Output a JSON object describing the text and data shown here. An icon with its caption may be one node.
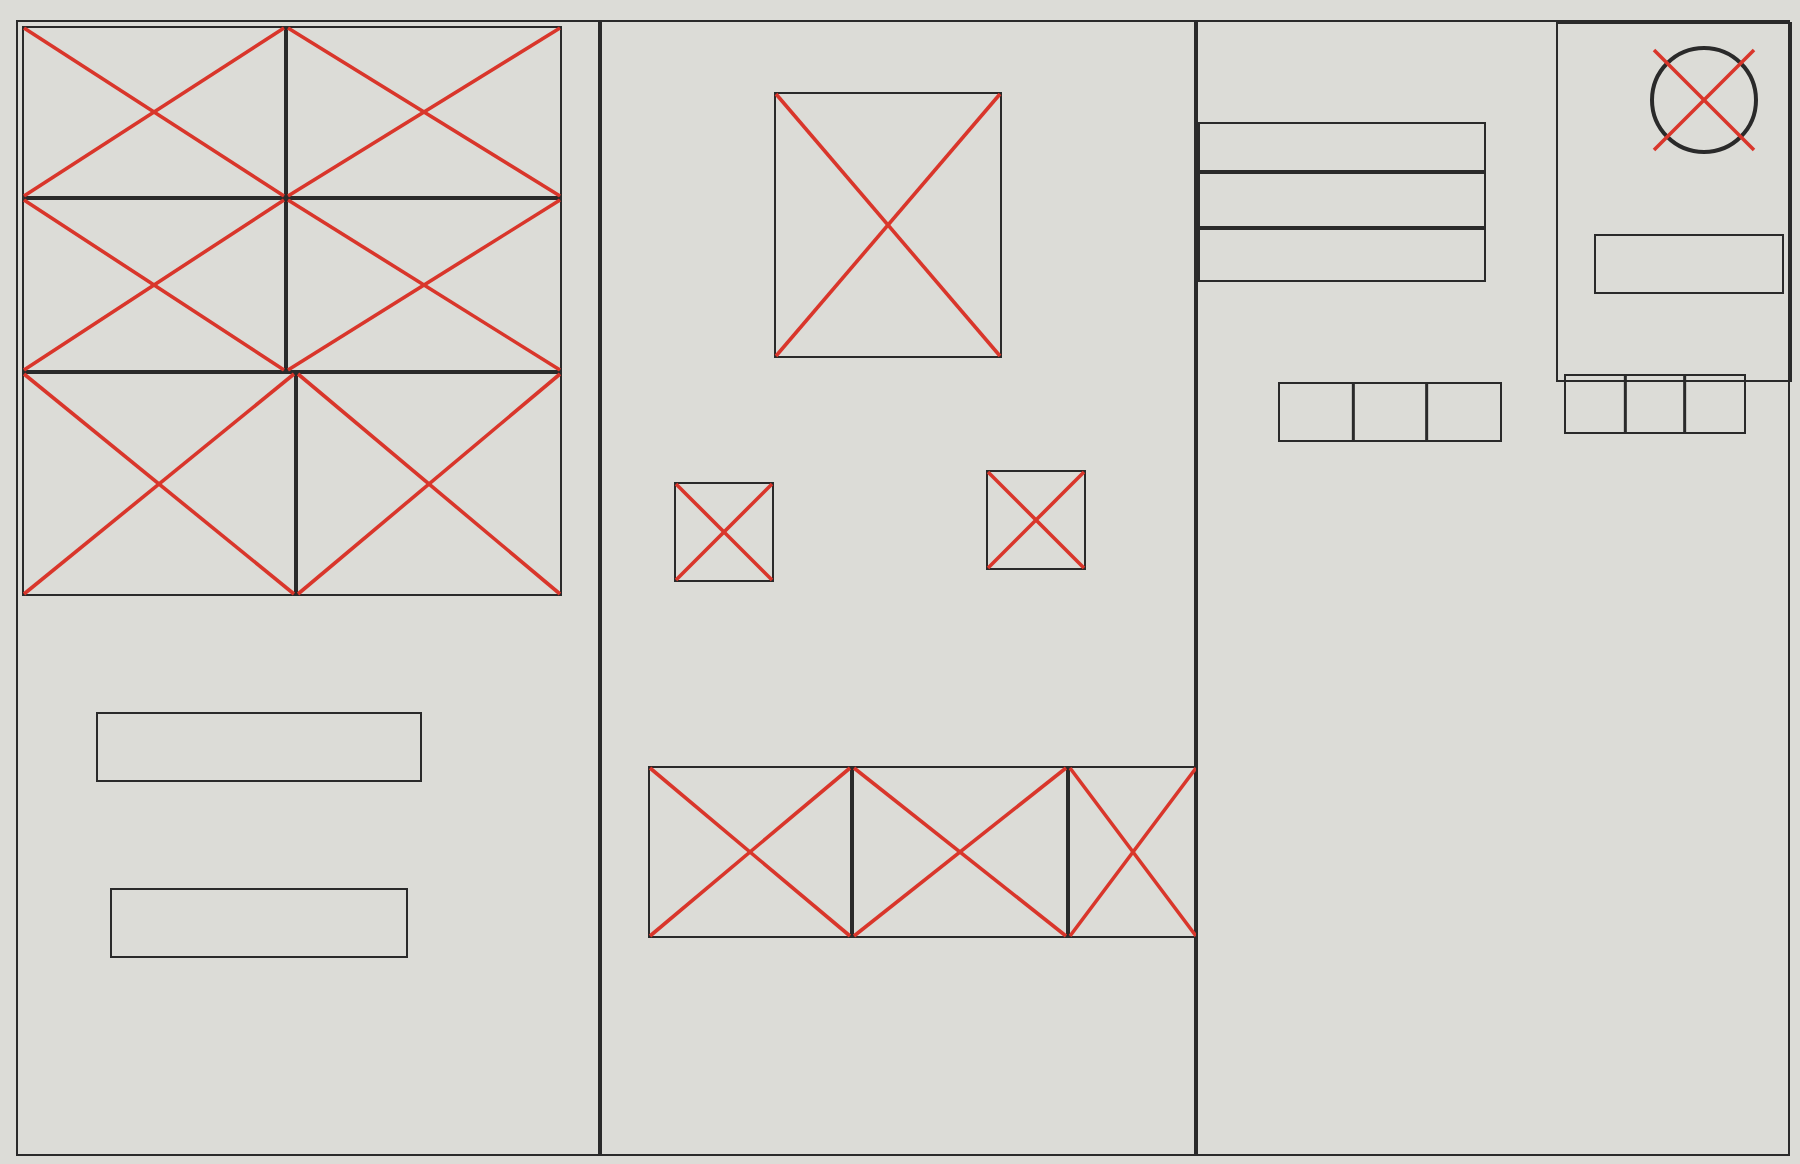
{
  "diagram": {
    "nodes": [
      {
        "text": [],
        "shape": "box"
      },
      {
        "text": [],
        "shape": "placeholder",
        "in": 0
      },
      {
        "text": [],
        "shape": "placeholder",
        "in": 0
      },
      {
        "text": [],
        "shape": "placeholder",
        "in": 0
      },
      {
        "text": [],
        "shape": "placeholder",
        "in": 0
      },
      {
        "text": [],
        "shape": "placeholder",
        "in": 0
      },
      {
        "text": [],
        "shape": "placeholder",
        "in": 0
      },
      {
        "text": [],
        "shape": "bar",
        "in": 0
      },
      {
        "text": [],
        "shape": "bar",
        "in": 0
      },
      {
        "text": [],
        "shape": "box"
      },
      {
        "text": [],
        "shape": "placeholder",
        "in": 9
      },
      {
        "text": [],
        "shape": "placeholder",
        "in": 9
      },
      {
        "text": [],
        "shape": "placeholder",
        "in": 9
      },
      {
        "text": [],
        "shape": "placeholder",
        "in": 9
      },
      {
        "text": [],
        "shape": "placeholder",
        "in": 9
      },
      {
        "text": [],
        "shape": "placeholder",
        "in": 9
      },
      {
        "text": [],
        "shape": "box"
      },
      {
        "text": [],
        "shape": "bar",
        "in": 16
      },
      {
        "text": [],
        "shape": "bar",
        "in": 16
      },
      {
        "text": [],
        "shape": "bar",
        "in": 16
      },
      {
        "text": [],
        "shape": "segmented",
        "in": 16
      },
      {
        "text": [],
        "shape": "box",
        "in": 16
      },
      {
        "text": [],
        "shape": "circle",
        "in": 21
      },
      {
        "text": [],
        "shape": "bar",
        "in": 21
      },
      {
        "text": [],
        "shape": "segmented",
        "in": 16
      }
    ]
  }
}
